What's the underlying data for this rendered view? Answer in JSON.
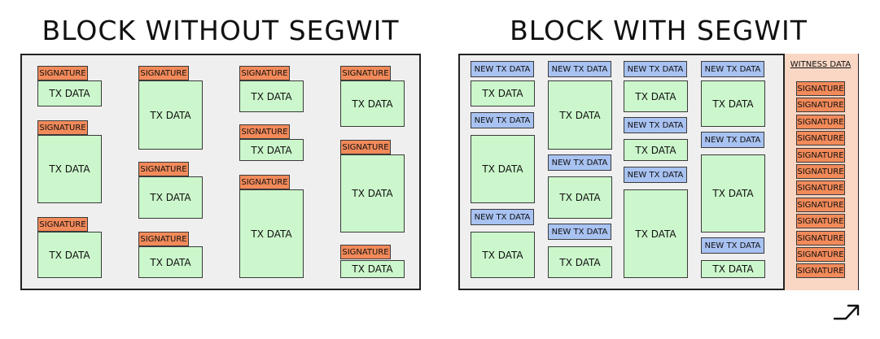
{
  "left": {
    "title": "BLOCK WITHOUT SEGWIT",
    "signature_label": "SIGNATURE",
    "tx_label": "TX DATA"
  },
  "right": {
    "title": "BLOCK WITH SEGWIT",
    "new_tx_label": "NEW TX DATA",
    "tx_label": "TX DATA",
    "witness_title": "WITNESS DATA",
    "signature_label": "SIGNATURE"
  },
  "colors": {
    "signature": "#f28a5a",
    "tx_data": "#ccf7cc",
    "new_tx_data": "#a8c2f1",
    "witness": "#fad7c4",
    "panel": "#efefef"
  },
  "logo": {
    "icon": "arrow-logo-icon"
  }
}
